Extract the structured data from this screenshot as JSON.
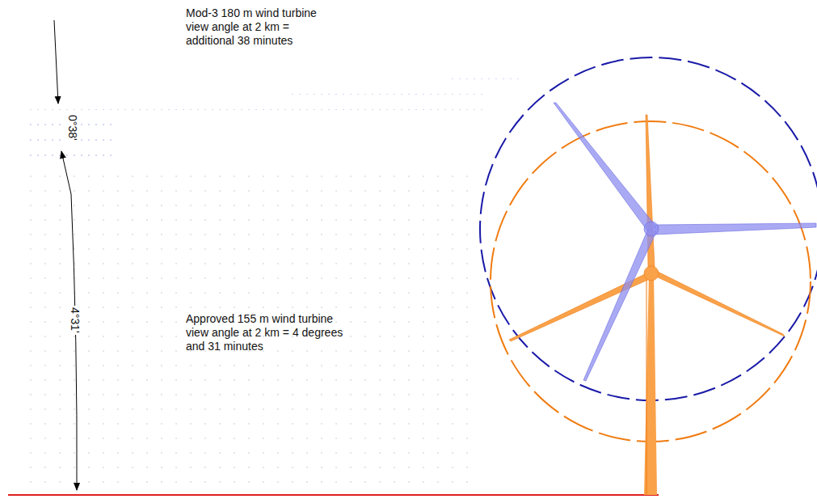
{
  "diagram": {
    "labels": [
      "Mod-3 180 m wind turbine view angle at 2 km = additional 38 minutes",
      "0°38'",
      "4°31'",
      "Approved 155 m wind turbine view angle at 2 km = 4 degrees and 31 minutes"
    ]
  }
}
